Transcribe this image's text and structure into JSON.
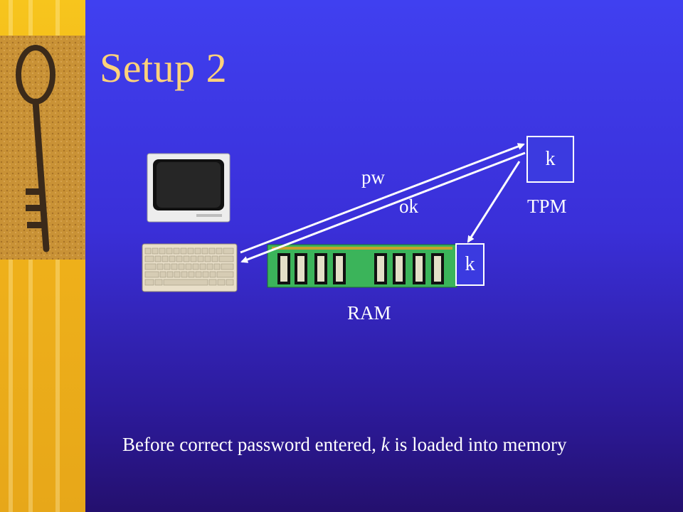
{
  "slide": {
    "title": "Setup 2",
    "caption_before": "Before correct password entered, ",
    "caption_var": "k",
    "caption_after": " is loaded into memory"
  },
  "diagram": {
    "tpm_key": "k",
    "tpm_label": "TPM",
    "ram_key": "k",
    "ram_label": "RAM",
    "arrow_pw": "pw",
    "arrow_ok": "ok"
  },
  "colors": {
    "background": "#3b3ae0",
    "sidebar": "#f0b21a",
    "title": "#ffd27a",
    "text": "#ffffff",
    "ram_board": "#3bb45a"
  },
  "icons": [
    "key-icon",
    "monitor-icon",
    "keyboard-icon",
    "ram-module-icon"
  ]
}
